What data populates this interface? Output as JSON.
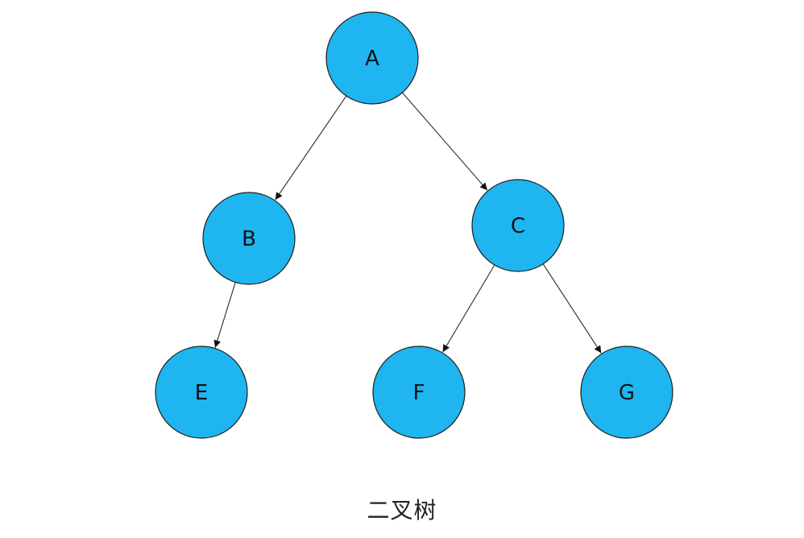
{
  "diagram": {
    "caption": "二叉树",
    "node_color": "#1EB5F0",
    "nodes": [
      {
        "id": "A",
        "label": "A"
      },
      {
        "id": "B",
        "label": "B"
      },
      {
        "id": "C",
        "label": "C"
      },
      {
        "id": "E",
        "label": "E"
      },
      {
        "id": "F",
        "label": "F"
      },
      {
        "id": "G",
        "label": "G"
      }
    ],
    "edges": [
      {
        "from": "A",
        "to": "B"
      },
      {
        "from": "A",
        "to": "C"
      },
      {
        "from": "B",
        "to": "E"
      },
      {
        "from": "C",
        "to": "F"
      },
      {
        "from": "C",
        "to": "G"
      }
    ]
  }
}
